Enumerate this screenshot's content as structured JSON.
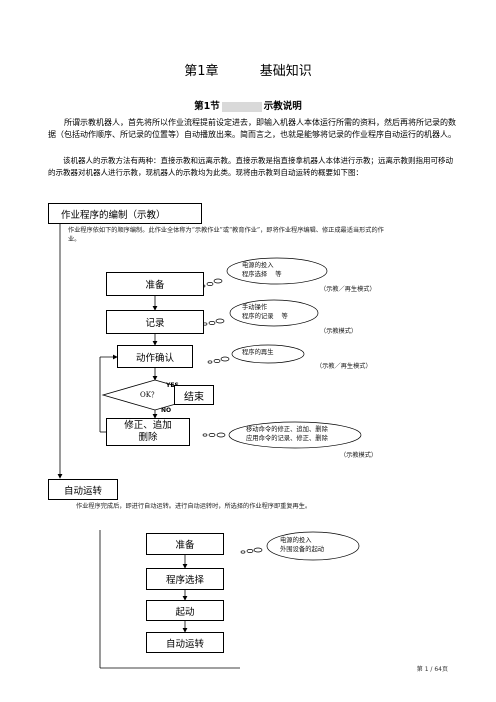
{
  "chapter": {
    "label": "第1章",
    "title": "基础知识"
  },
  "section": {
    "label": "第1节",
    "title": "示教说明"
  },
  "paragraphs": {
    "p1": "所谓示教机器人，首先将所以作业流程提前设定进去，即输入机器人本体运行所需的资料，然后再将所记录的数据（包括动作顺序、所记录的位置等）自动播放出来。简而言之，也就是能够将记录的作业程序自动运行的机器人。",
    "p2": "该机器人的示教方法有两种：直接示教和远离示教。直接示教是指直接拿机器人本体进行示教；远离示教则指用可移动的示教器对机器人进行示教，现机器人的示教均为此类。现将由示教到自动运转的概要如下图："
  },
  "flow1": {
    "header": "作业程序的编制（示教）",
    "header_note": "作业程序依如下的顺序编制。此作业全体称为“示教作业”或“教育作业”，即将作业程序编辑、修正成最适当形式的作业。",
    "prepare": "准备",
    "prepare_cloud": "电源的投入\n程序选择    等",
    "prepare_mode": "（示教／再生模式）",
    "record": "记录",
    "record_cloud": "手动操作\n程序的记录    等",
    "record_mode": "（示教模式）",
    "confirm": "动作确认",
    "confirm_cloud": "程序的再生",
    "confirm_mode": "（示教／再生模式）",
    "decision": "OK？",
    "yes": "YES",
    "no": "NO",
    "end": "结束",
    "modify": "修正、追加\n删除",
    "modify_cloud": "移动命令的修正、追加、删除\n应用命令的记录、修正、删除",
    "modify_mode": "（示教模式）",
    "auto": "自动运转",
    "auto_note": "作业程序完成后，即进行自动运转。进行自动运转时，所选择的作业程序即重复再生。"
  },
  "flow2": {
    "prepare": "准备",
    "prepare_cloud": "电源的投入\n外围设备的起动",
    "select": "程序选择",
    "start": "起动",
    "auto": "自动运转"
  },
  "footer": {
    "page": "第 1 / 64页"
  }
}
